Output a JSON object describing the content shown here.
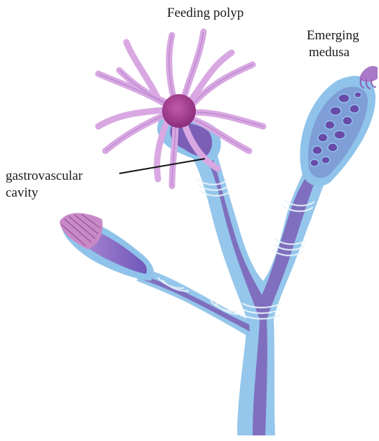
{
  "labels": {
    "feeding_polyp": "Feeding polyp",
    "emerging_medusa_line1": "Emerging",
    "emerging_medusa_line2": "medusa",
    "gastrovascular_line1": "gastrovascular",
    "gastrovascular_line2": "cavity"
  },
  "colors": {
    "body_outer": "#8fc3ea",
    "body_inner": "#7b5fb6",
    "tentacle": "#d9a8e2",
    "tentacle_dark": "#a978c6",
    "hypostome": "#a5408e",
    "gonad_blobs": "#6a4aa8",
    "leader_line": "#111111"
  }
}
